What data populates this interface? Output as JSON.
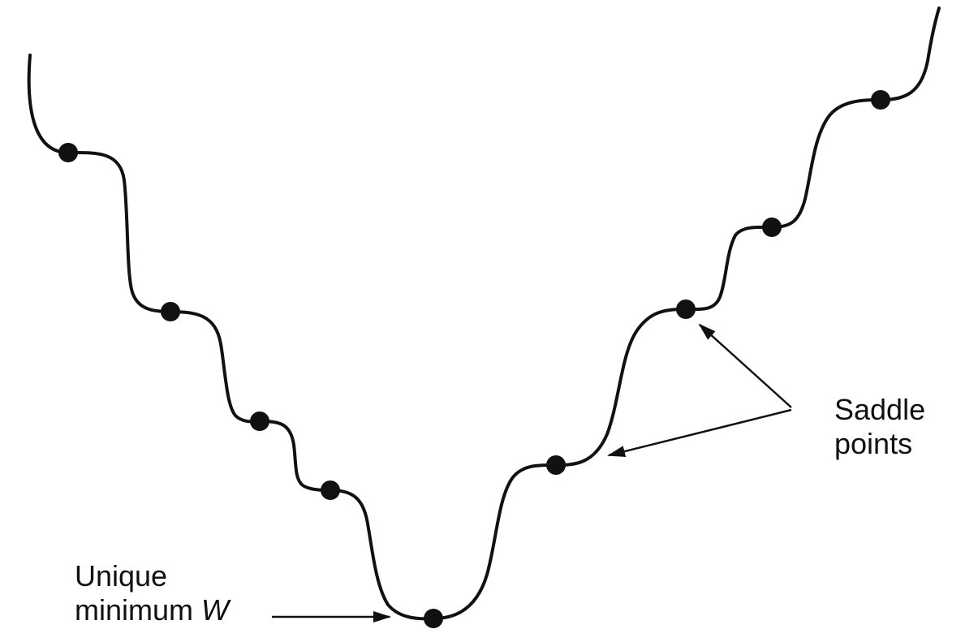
{
  "labels": {
    "saddle_line1": "Saddle",
    "saddle_line2": "points",
    "minimum_line1": "Unique",
    "minimum_line2_prefix": "minimum",
    "minimum_variable": "W"
  },
  "colors": {
    "curve": "#111111",
    "points": "#111111",
    "background": "#ffffff"
  }
}
